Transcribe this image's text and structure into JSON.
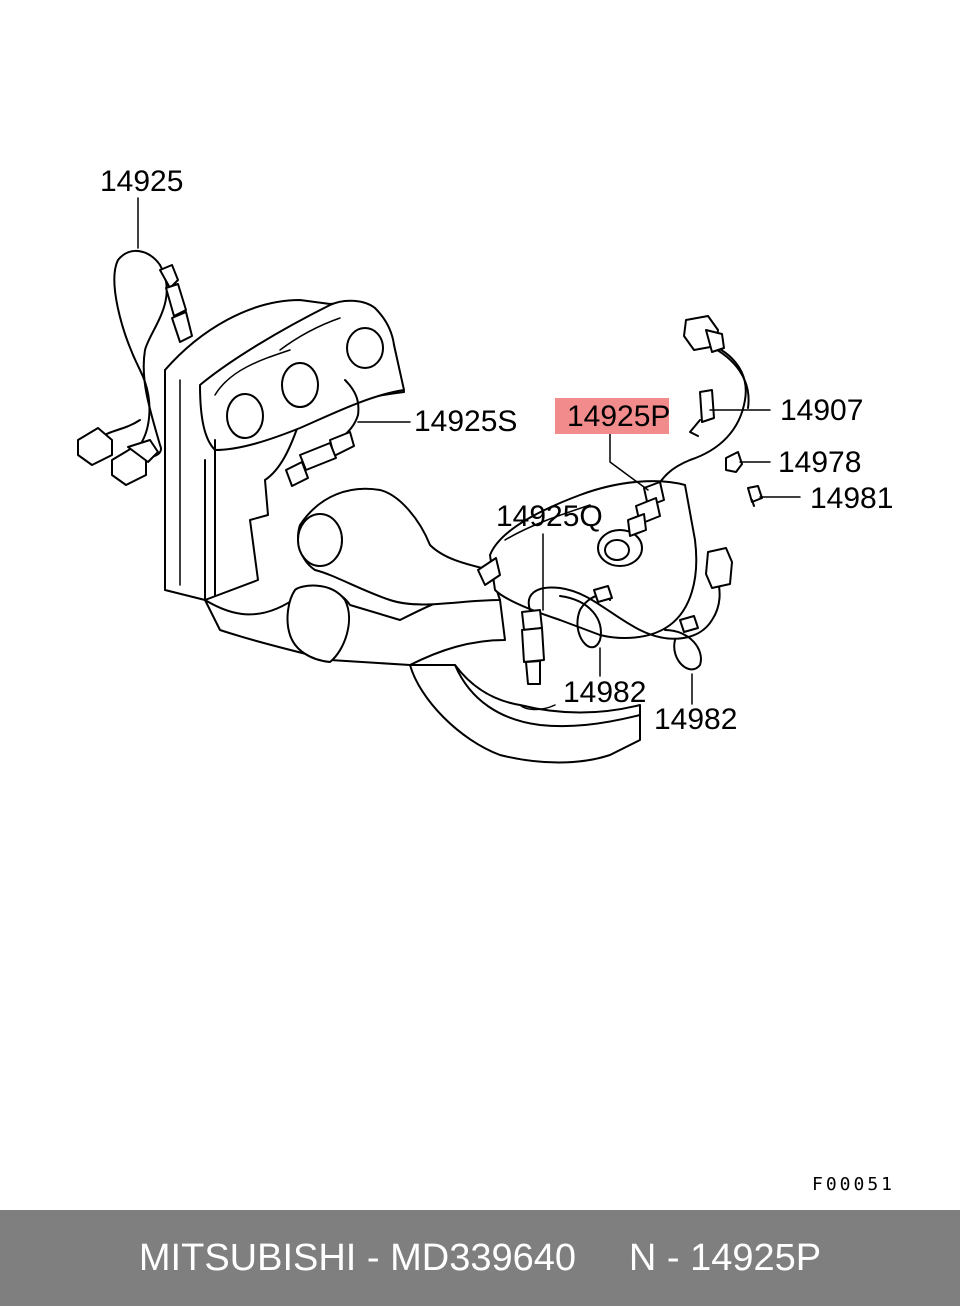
{
  "diagram": {
    "callouts": {
      "c14925": "14925",
      "c14925S": "14925S",
      "c14925P": "14925P",
      "c14907": "14907",
      "c14978": "14978",
      "c14981": "14981",
      "c14925Q": "14925Q",
      "c14982a": "14982",
      "c14982b": "14982"
    },
    "highlight_color": "#f28b8b",
    "reference_code": "F00051"
  },
  "footer": {
    "brand": "MITSUBISHI",
    "separator": "-",
    "part_number": "MD339640",
    "position_label": "N",
    "position_separator": "-",
    "position_code": "14925P"
  }
}
